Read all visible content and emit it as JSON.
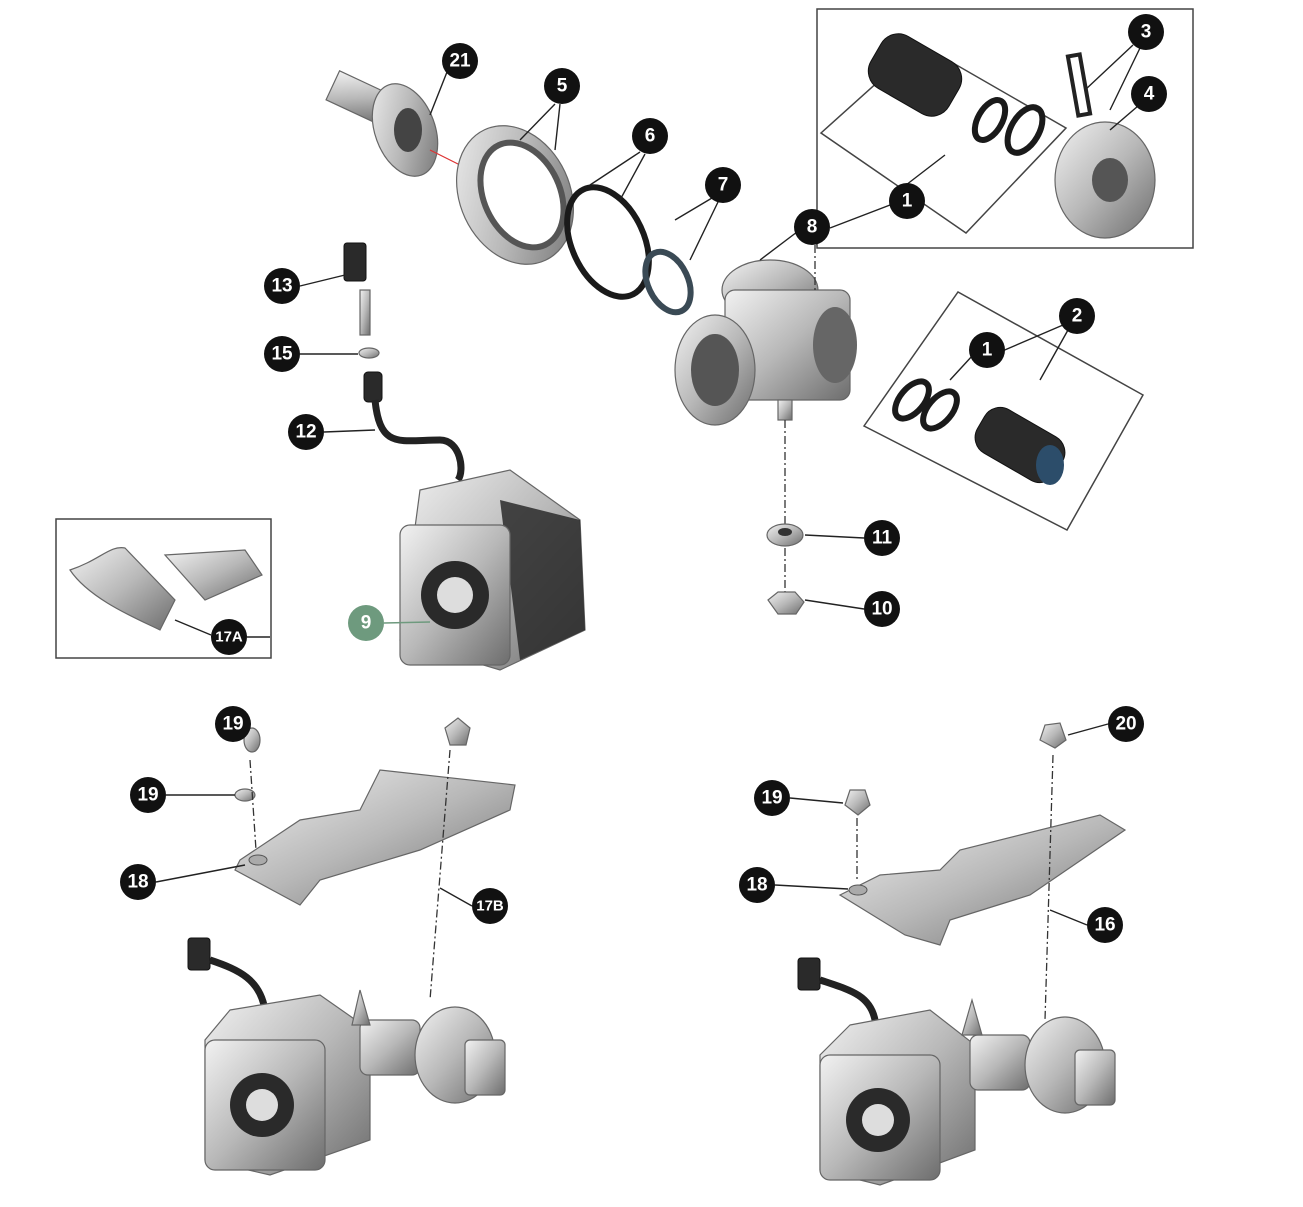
{
  "diagram": {
    "callouts": [
      "21",
      "5",
      "6",
      "7",
      "8",
      "3",
      "4",
      "1",
      "2",
      "1",
      "13",
      "15",
      "12",
      "11",
      "10",
      "9",
      "17A",
      "19",
      "19",
      "18",
      "17B",
      "20",
      "19",
      "18",
      "16"
    ],
    "colors": {
      "callout": "#111111",
      "callout_highlight": "#6e9a7e",
      "text": "#ffffff"
    }
  }
}
